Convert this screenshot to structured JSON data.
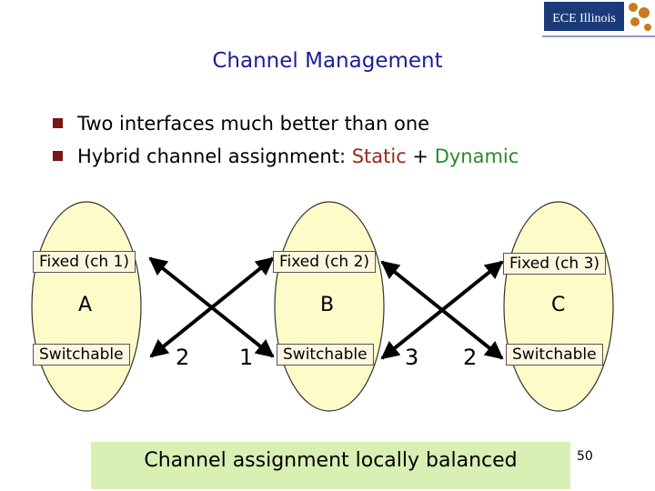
{
  "logo": {
    "text": "ECE Illinois"
  },
  "title": {
    "part1": "Channel",
    "part2": "Management"
  },
  "bullets": [
    {
      "text": "Two interfaces much better than one"
    },
    {
      "prefix": "Hybrid channel assignment: ",
      "static": "Static",
      "plus": " + ",
      "dynamic": "Dynamic"
    }
  ],
  "nodes": [
    {
      "name": "A",
      "fixed": "Fixed (ch 1)",
      "switchable": "Switchable"
    },
    {
      "name": "B",
      "fixed": "Fixed (ch 2)",
      "switchable": "Switchable"
    },
    {
      "name": "C",
      "fixed": "Fixed (ch 3)",
      "switchable": "Switchable"
    }
  ],
  "edge_labels": [
    "2",
    "1",
    "3",
    "2"
  ],
  "footer": {
    "text": "Channel assignment locally balanced"
  },
  "page_number": "50",
  "colors": {
    "title": "#1c1c9a",
    "ellipse": "#fdfbc8",
    "box": "#fcf8e0",
    "footer_bg": "#d8f0b4",
    "static": "#9a2a1a",
    "dynamic": "#2a8a2a",
    "bullet": "#7a1616"
  }
}
